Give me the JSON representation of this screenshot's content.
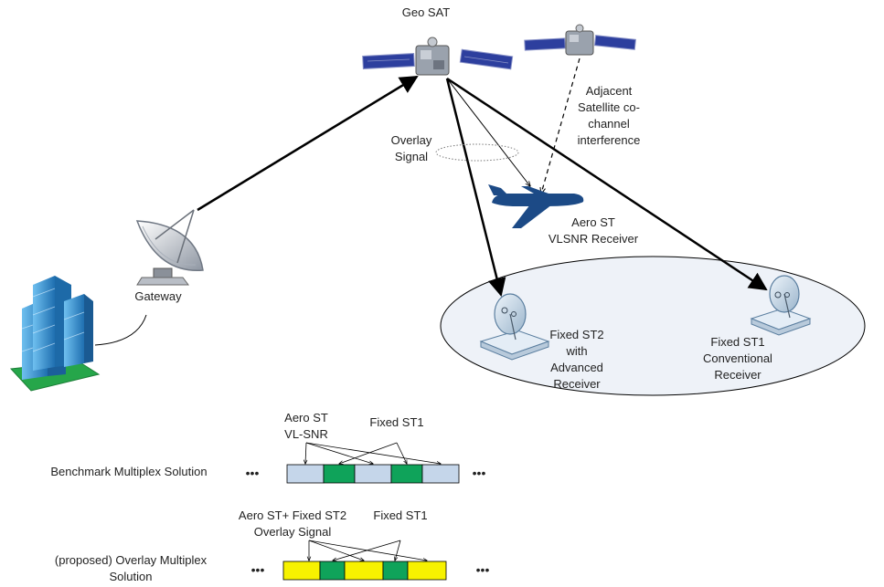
{
  "labels": {
    "geo_sat": "Geo SAT",
    "adjacent": [
      "Adjacent",
      "Satellite co-",
      "channel",
      "interference"
    ],
    "overlay_signal": [
      "Overlay",
      "Signal"
    ],
    "aero_st": [
      "Aero ST",
      "VLSNR Receiver"
    ],
    "gateway": "Gateway",
    "fixed_st2": [
      "Fixed ST2",
      "with",
      "Advanced",
      "Receiver"
    ],
    "fixed_st1": [
      "Fixed  ST1",
      "Conventional",
      "Receiver"
    ]
  },
  "benchmark": {
    "title": "Benchmark Multiplex Solution",
    "aero_label": [
      "Aero ST",
      "VL-SNR"
    ],
    "fixed_label": "Fixed ST1",
    "ellipsis": "•••"
  },
  "proposed": {
    "title": [
      "(proposed) Overlay Multiplex",
      "Solution"
    ],
    "aero_label": [
      "Aero ST+ Fixed ST2",
      "Overlay Signal"
    ],
    "fixed_label": "Fixed ST1",
    "ellipsis": "•••"
  },
  "colors": {
    "benchmark_slot": "#c5d6ea",
    "fixed_slot": "#0fa35a",
    "overlay_slot": "#f7f200",
    "plane": "#1c4a86",
    "building": "#2e86c8",
    "coverage_fill": "#eef2f8"
  }
}
